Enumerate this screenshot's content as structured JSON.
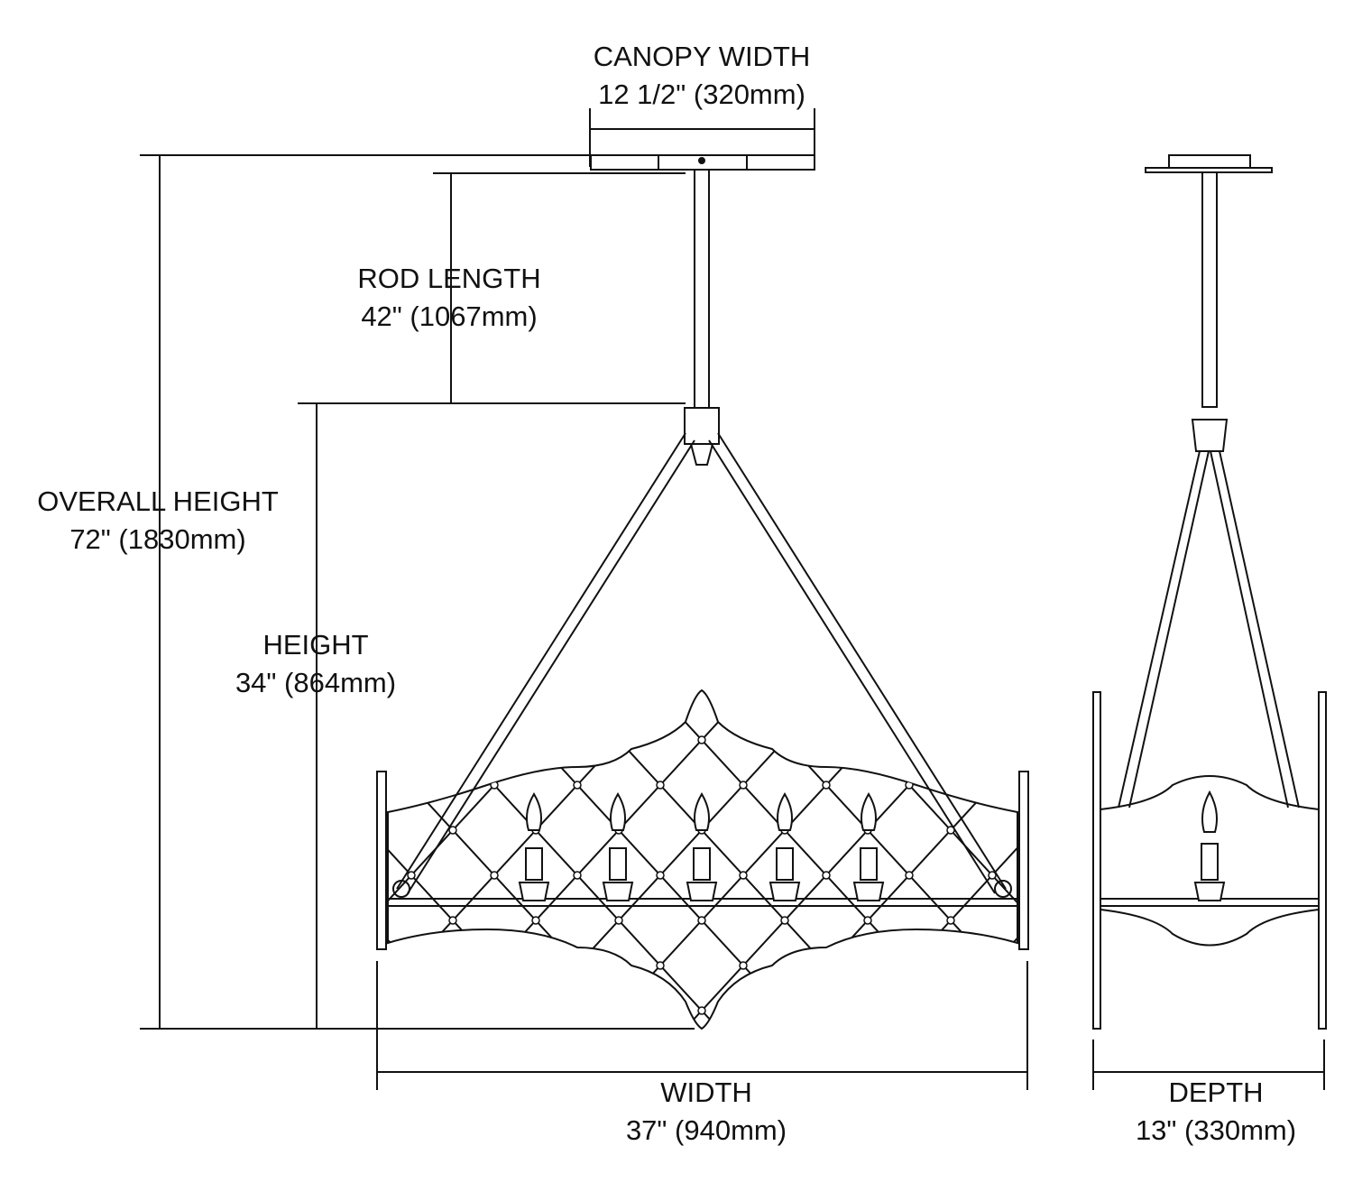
{
  "dimensions": {
    "canopy_width": {
      "label": "CANOPY WIDTH",
      "value": "12 1/2\" (320mm)"
    },
    "rod_length": {
      "label": "ROD LENGTH",
      "value": "42\" (1067mm)"
    },
    "overall_height": {
      "label": "OVERALL HEIGHT",
      "value": "72\" (1830mm)"
    },
    "height": {
      "label": "HEIGHT",
      "value": "34\" (864mm)"
    },
    "width": {
      "label": "WIDTH",
      "value": "37\" (940mm)"
    },
    "depth": {
      "label": "DEPTH",
      "value": "13\" (330mm)"
    }
  },
  "colors": {
    "line": "#111111",
    "background": "#ffffff"
  }
}
